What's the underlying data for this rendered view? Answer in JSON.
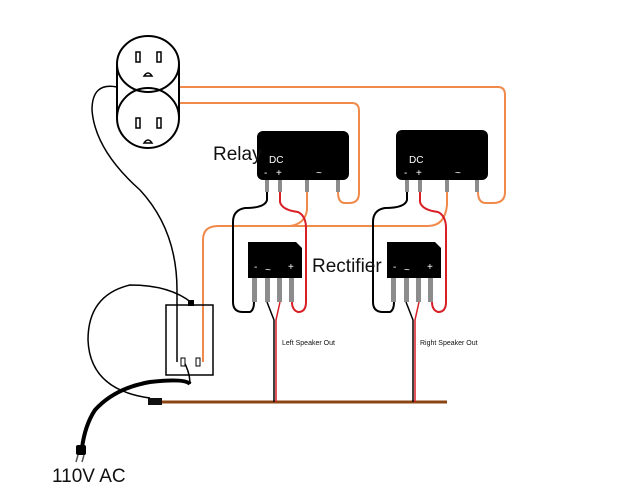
{
  "labels": {
    "relay": "Relay",
    "rectifier": "Rectifier",
    "left_out": "Left Speaker Out",
    "right_out": "Right Speaker Out",
    "power": "110V AC"
  },
  "relay_pins": {
    "dc": "DC",
    "minus": "-",
    "plus": "+",
    "ac": "~"
  },
  "rectifier_pins": {
    "minus": "-",
    "ac": "~",
    "plus": "+"
  },
  "colors": {
    "orange_wire": "#f08a4b",
    "red_wire": "#d81f26",
    "black_wire": "#000000",
    "ground_wire": "#8b4513",
    "pin": "#8c8c8c"
  }
}
